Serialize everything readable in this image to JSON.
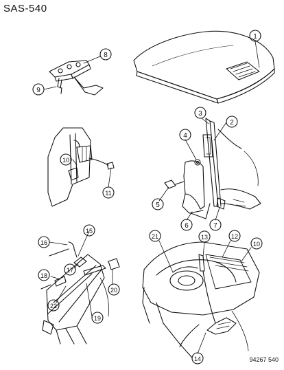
{
  "header": {
    "title": "SAS-540"
  },
  "footer": {
    "ref": "94267 540"
  },
  "callouts": [
    "1",
    "2",
    "3",
    "4",
    "5",
    "6",
    "7",
    "8",
    "9",
    "10",
    "11",
    "12",
    "13",
    "14",
    "15",
    "16",
    "17",
    "18",
    "19",
    "20",
    "21",
    "22"
  ],
  "colors": {
    "ink": "#111111",
    "paper": "#ffffff",
    "shade": "#555555"
  }
}
